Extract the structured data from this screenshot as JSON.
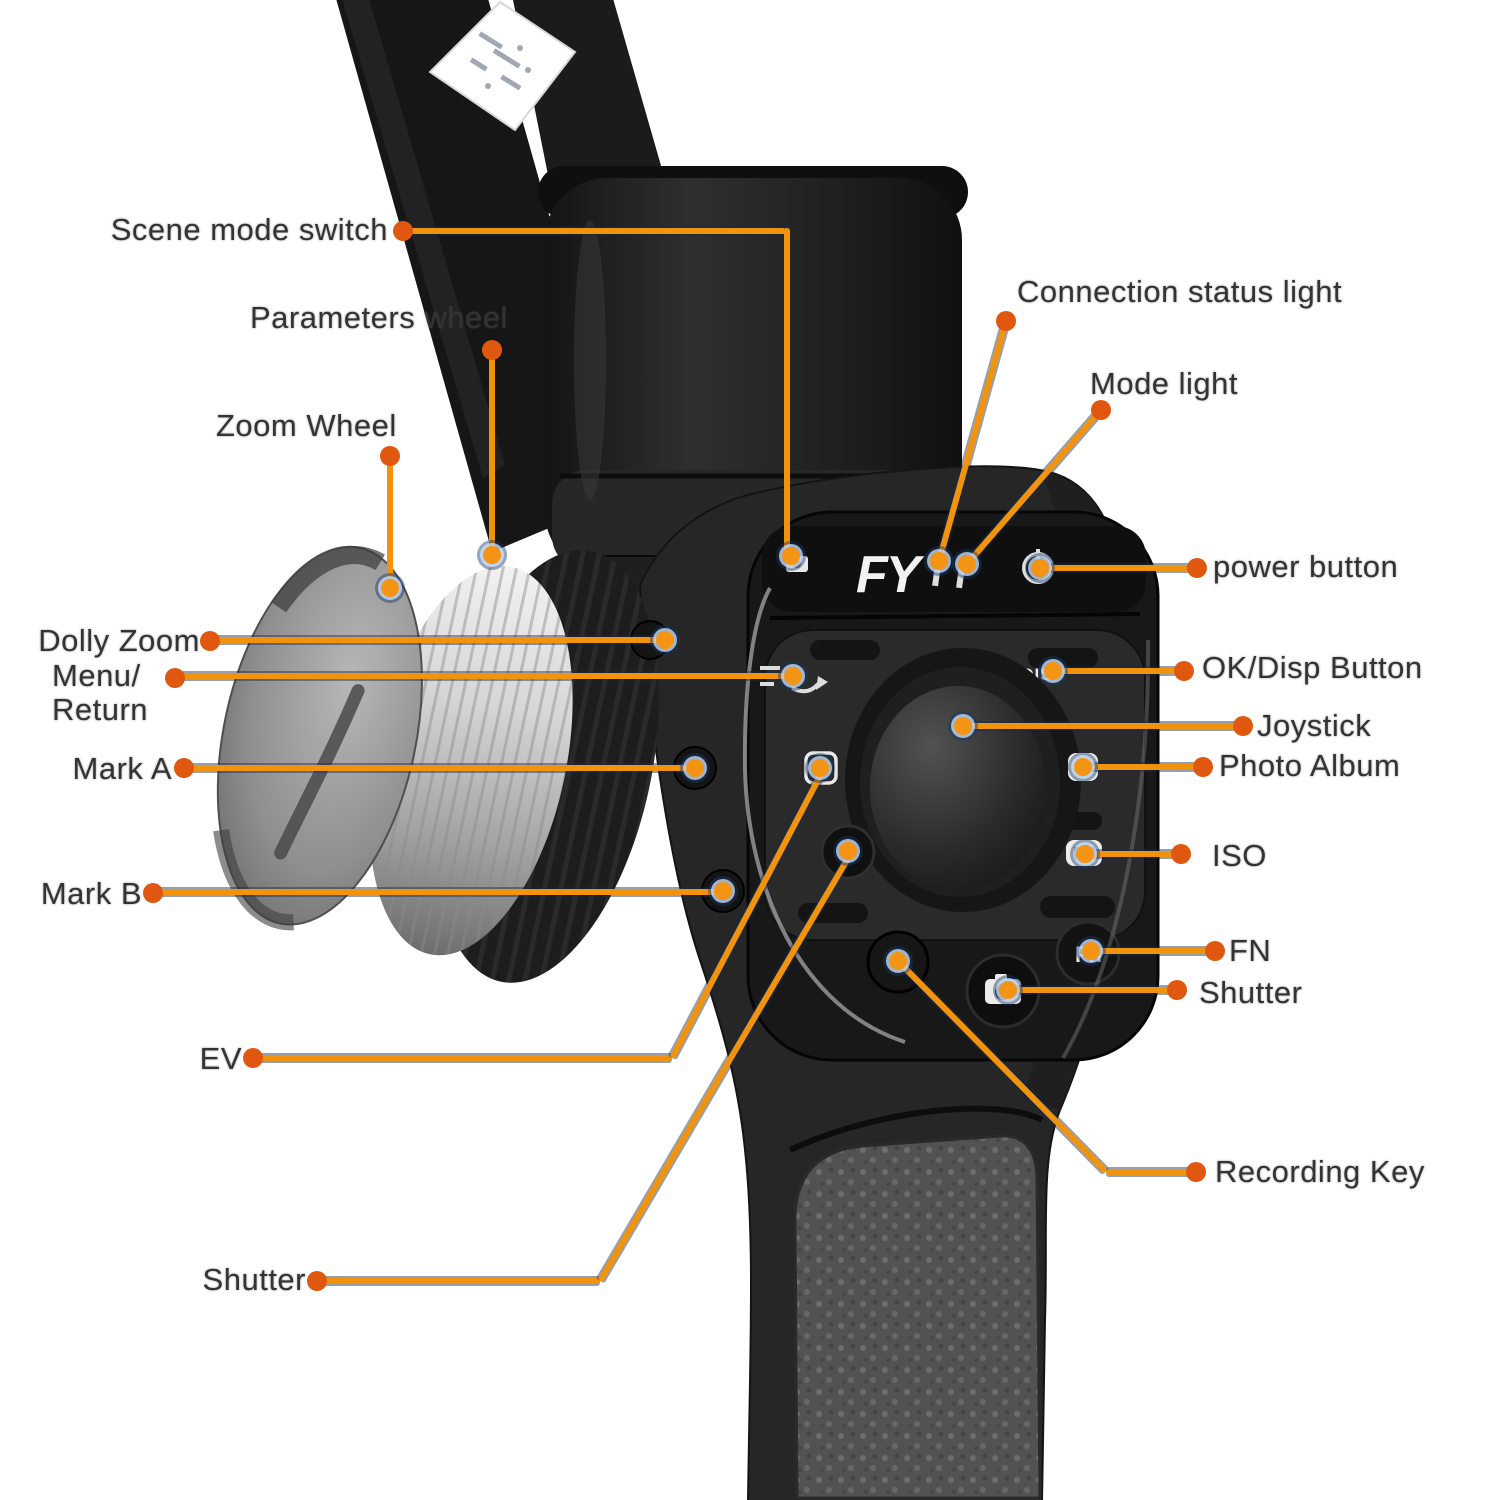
{
  "figure": {
    "type": "annotated-product-diagram",
    "subject": "handheld smartphone gimbal stabilizer control layout"
  },
  "colors": {
    "background": "#ffffff",
    "leader_line": "#F2930D",
    "label_dot": "#E0570F",
    "end_dot": "#F49414",
    "label_text": "#333333",
    "device_dark": "#262626",
    "line_fringe_navy": "#122c52"
  },
  "device": {
    "logo_text": "FY",
    "ok_disp_text": "OK DISP",
    "fn_text": "Fn"
  },
  "callouts": {
    "scene_mode_switch": {
      "label": "Scene mode switch"
    },
    "parameters_wheel": {
      "label": "Parameters wheel"
    },
    "zoom_wheel": {
      "label": "Zoom Wheel"
    },
    "dolly_zoom": {
      "label": "Dolly Zoom"
    },
    "menu_return": {
      "label_line1": "Menu/",
      "label_line2": "Return"
    },
    "mark_a": {
      "label": "Mark A"
    },
    "mark_b": {
      "label": "Mark B"
    },
    "ev": {
      "label": "EV"
    },
    "shutter_left": {
      "label": "Shutter"
    },
    "connection_status_light": {
      "label": "Connection status light"
    },
    "mode_light": {
      "label": "Mode light"
    },
    "power_button": {
      "label": "power button"
    },
    "ok_disp_button": {
      "label": "OK/Disp Button"
    },
    "joystick": {
      "label": "Joystick"
    },
    "photo_album": {
      "label": "Photo Album"
    },
    "iso": {
      "label": "ISO"
    },
    "fn": {
      "label": "FN"
    },
    "shutter_right": {
      "label": "Shutter"
    },
    "recording_key": {
      "label": "Recording Key"
    }
  }
}
